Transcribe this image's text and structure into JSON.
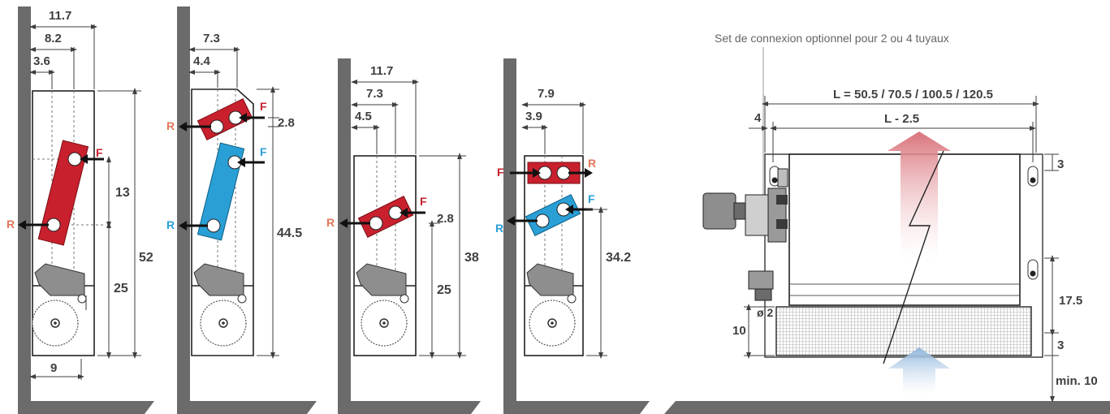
{
  "caption": "Set de connexion optionnel pour 2 ou 4 tuyaux",
  "colors": {
    "wall": "#6b6b6b",
    "hot": "#c8202d",
    "cold": "#2a9fd6",
    "label_hot": "#c8202d",
    "label_cold": "#2a9fd6",
    "label_return": "#e2765a",
    "dim": "#3f3f3f"
  },
  "labels": {
    "flow": "F",
    "return": "R"
  },
  "unit1": {
    "d_total": "11.7",
    "d_mid": "8.2",
    "d_pipe": "3.6",
    "h_pipe": "13",
    "h_lower": "25",
    "h_total": "52",
    "d_bottom": "9"
  },
  "unit2": {
    "d_total": "7.3",
    "d_pipe": "4.4",
    "h_offset": "2.8",
    "h_total": "44.5"
  },
  "unit3": {
    "d_total": "11.7",
    "d_mid": "7.3",
    "d_pipe": "4.5",
    "h_offset": "2.8",
    "h_lower": "25",
    "h_total": "38"
  },
  "unit4": {
    "d_total": "7.9",
    "d_pipe": "3.9",
    "h_total": "34.2"
  },
  "front": {
    "length": "L = 50.5 / 70.5 / 100.5 / 120.5",
    "length_inner": "L - 2.5",
    "side": "4",
    "top": "3",
    "mid": "17.5",
    "bottom": "3",
    "floor": "min. 10",
    "grille": "10",
    "hole": "ø 2"
  }
}
